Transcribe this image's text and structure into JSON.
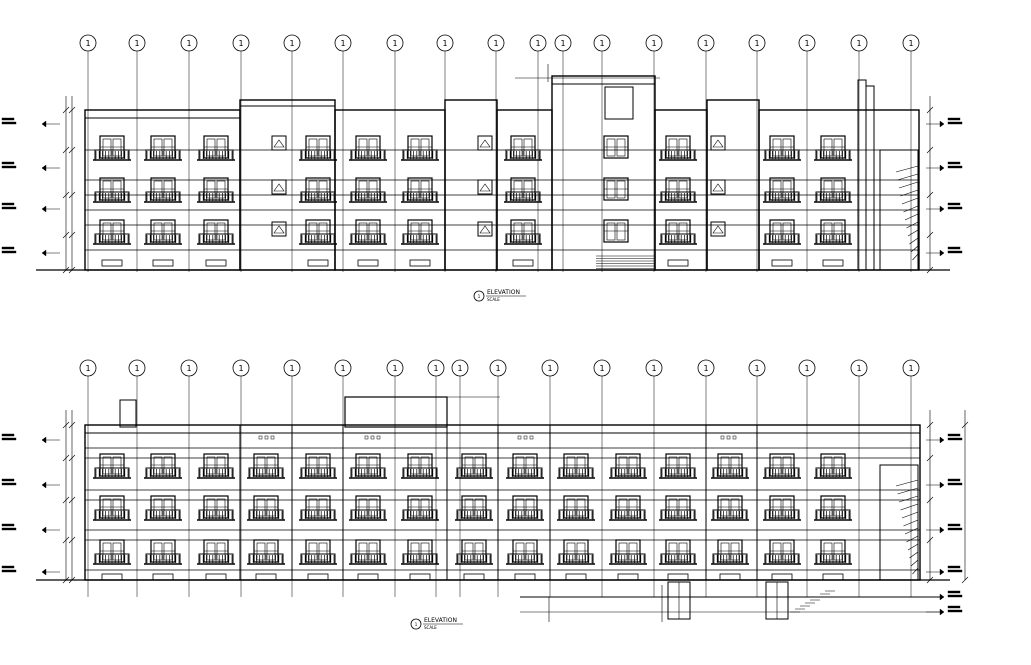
{
  "drawing": {
    "sheet": "Building elevations",
    "gridline_label": "1",
    "elevations": [
      {
        "title": "ELEVATION",
        "scale": "SCALE",
        "marker": "1",
        "bubble_count": 18
      },
      {
        "title": "ELEVATION",
        "scale": "SCALE",
        "marker": "1",
        "bubble_count": 18
      }
    ]
  },
  "colors": {
    "line": "#000000",
    "background": "#ffffff"
  }
}
